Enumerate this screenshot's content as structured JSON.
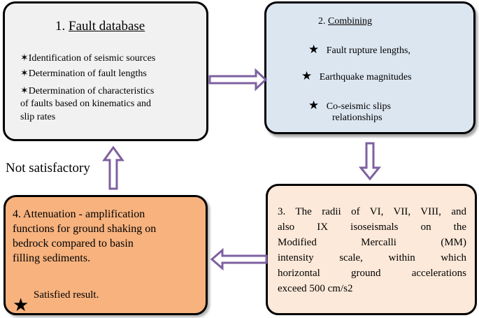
{
  "box1": {
    "number": "1.",
    "title": "Fault database",
    "items": [
      "Identification of seismic  sources",
      "Determination of fault lengths",
      "Determination of characteristics",
      "of faults based on kinematics and",
      "slip rates"
    ]
  },
  "box2": {
    "number": "2.",
    "title": "Combining",
    "items": [
      "Fault rupture lengths,",
      "Earthquake magnitudes",
      "Co-seismic slips",
      "relationships"
    ]
  },
  "box3": {
    "lines": [
      "3. The radii of VI, VII, VIII, and",
      "also   IX   isoseismals   on   the",
      "Modified          Mercalli          (MM)",
      "intensity scale, within which",
      "horizontal ground accelerations",
      "exceed 500 cm/s2"
    ]
  },
  "box4": {
    "lines": [
      "4. Attenuation - amplification",
      "functions for ground shaking on",
      "bedrock compared to basin",
      "filling sediments."
    ],
    "result": "Satisfied result."
  },
  "feedback_label": "Not satisfactory",
  "colors": {
    "arrow_fill": "#ffffff",
    "arrow_stroke": "#7d60a0"
  },
  "icons": {
    "bullet": "black-star-icon"
  }
}
